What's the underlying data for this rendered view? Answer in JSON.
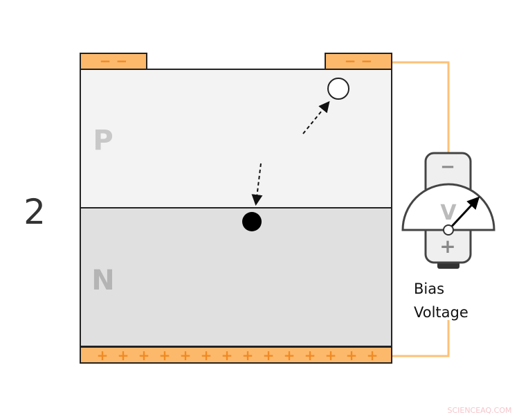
{
  "step_number": "2",
  "regions": {
    "p_label": "P",
    "n_label": "N"
  },
  "top_electrode_sign": "− −",
  "bottom_electrode_sign": "+",
  "meter": {
    "symbol": "V",
    "minus": "−",
    "plus": "+"
  },
  "bias_label_line1": "Bias",
  "bias_label_line2": "Voltage",
  "watermark": "SCIENCEAQ.COM",
  "colors": {
    "electrode": "#fdb96b",
    "electrode_sign": "#f08a24",
    "wire": "#fdc177",
    "p_region": "#f3f3f3",
    "n_region": "#e0e0e0",
    "region_label": "#c0c0c0",
    "outline": "#222222"
  }
}
